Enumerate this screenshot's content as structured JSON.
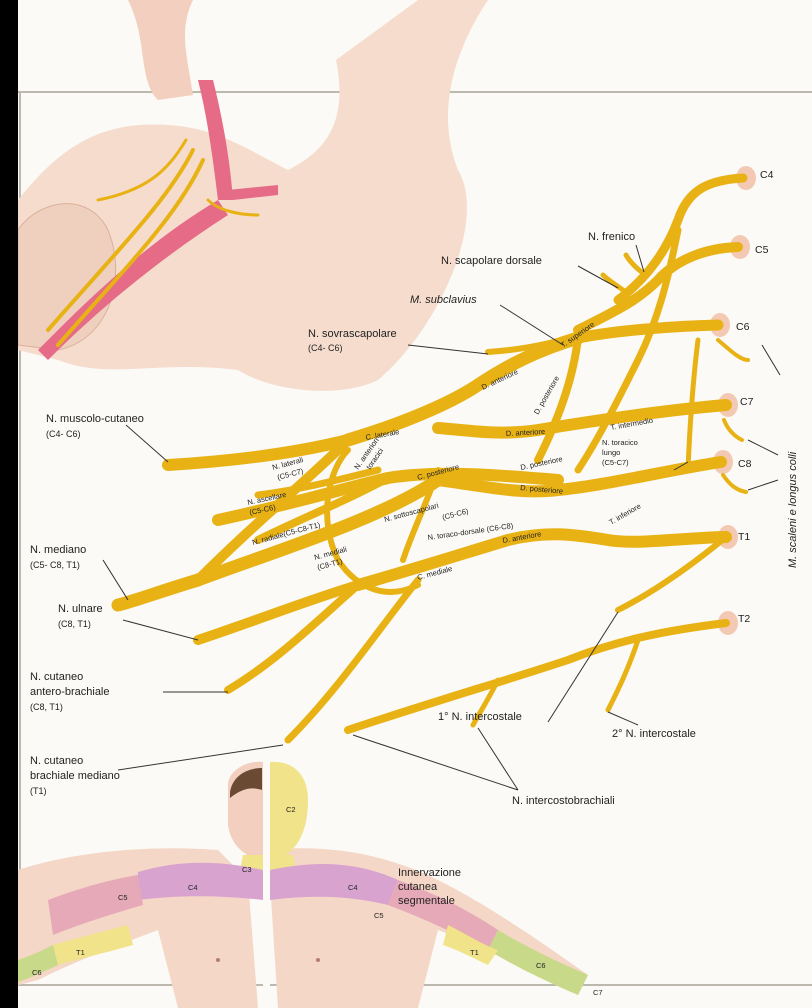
{
  "roots": [
    "C4",
    "C5",
    "C6",
    "C7",
    "C8",
    "T1",
    "T2"
  ],
  "labels": {
    "frenico": "N. frenico",
    "scapolare_dorsale": "N. scapolare dorsale",
    "subclavius": "M. subclavius",
    "sovrascapolare": "N. sovrascapolare",
    "sovrascapolare_roots": "(C4- C6)",
    "muscolo_cutaneo": "N. muscolo-cutaneo",
    "muscolo_cutaneo_roots": "(C4- C6)",
    "mediano": "N. mediano",
    "mediano_roots": "(C5- C8, T1)",
    "ulnare": "N. ulnare",
    "ulnare_roots": "(C8, T1)",
    "cutaneo_antero_line1": "N. cutaneo",
    "cutaneo_antero_line2": "antero-brachiale",
    "cutaneo_antero_roots": "(C8, T1)",
    "cutaneo_mediano_line1": "N. cutaneo",
    "cutaneo_mediano_line2": "brachiale mediano",
    "cutaneo_mediano_roots": "(T1)",
    "intercostale_1": "1° N. intercostale",
    "intercostale_2": "2° N. intercostale",
    "intercostobrachiali": "N. intercostobrachiali",
    "toracico_lungo_1": "N. toracico",
    "toracico_lungo_2": "lungo",
    "toracico_lungo_roots": "(C5-C7)",
    "scaleni": "M. scaleni e longus colli",
    "innervazione_1": "Innervazione",
    "innervazione_2": "cutanea",
    "innervazione_3": "segmentale"
  },
  "plexus_labels": {
    "t_superiore": "T. superiore",
    "t_intermedio": "T. intermedio",
    "t_inferiore": "T. inferiore",
    "d_anteriore_1": "D. anteriore",
    "d_anteriore_2": "D. anteriore",
    "d_anteriore_3": "D. anteriore",
    "d_posteriore_1": "D. posteriore",
    "d_posteriore_2": "D. posteriore",
    "d_posteriore_3": "D. posteriore",
    "c_laterale": "C. laterale",
    "c_posteriore": "C. posteriore",
    "c_mediale": "C. mediale",
    "n_laterali": "N. laterali",
    "n_laterali_roots": "(C5-C7)",
    "n_anteriori_toracici_1": "N. anteriori",
    "n_anteriori_toracici_2": "toracici",
    "n_ascellare": "N. ascellare",
    "n_ascellare_roots": "(C5-C6)",
    "n_radiale": "N. radiale(C5-C8-T1)",
    "n_mediali": "N. mediali",
    "n_mediali_roots": "(C8-T1)",
    "n_sottoscapolari": "N. sottoscapolari",
    "n_sottoscapolari_roots": "(C5-C6)",
    "n_toraco_dorsale": "N. toraco-dorsale (C6-C8)"
  },
  "dermatomes": {
    "head_c2": "C2",
    "neck_c3": "C3",
    "left_c4": "C4",
    "left_c5": "C5",
    "left_c6": "C6",
    "left_t1": "T1",
    "right_c4": "C4",
    "right_c5": "C5",
    "right_t1": "T1",
    "right_c6": "C6",
    "right_c7": "C7"
  },
  "colors": {
    "nerve": "#e8b215",
    "artery": "#e56b86",
    "skin": "#f4d7c6",
    "background": "#fbfaf6"
  }
}
